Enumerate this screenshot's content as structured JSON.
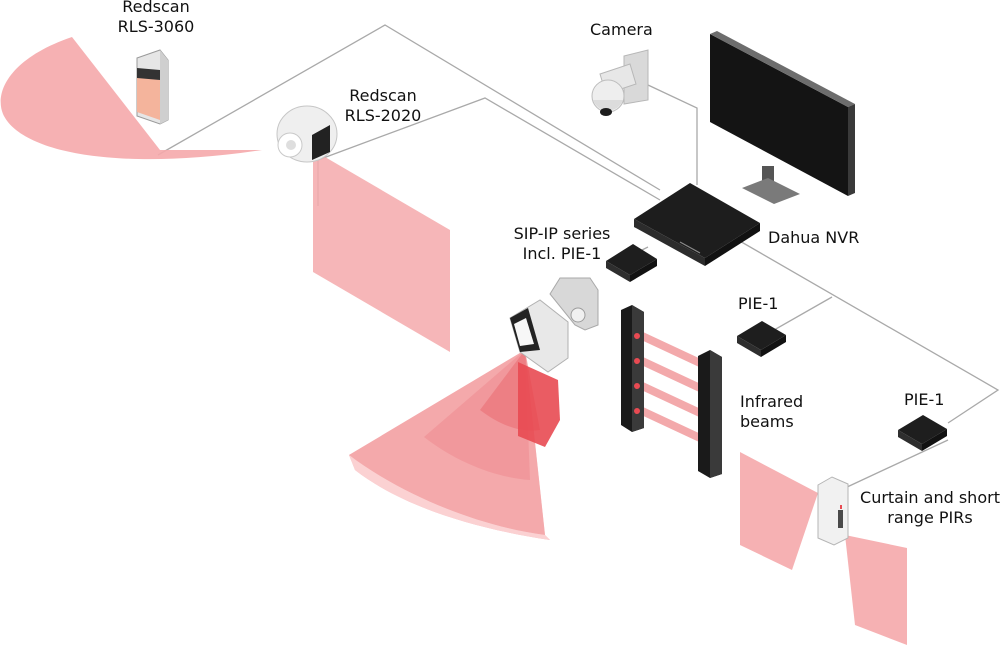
{
  "labels": {
    "rls3060": [
      "Redscan",
      "RLS-3060"
    ],
    "rls2020": [
      "Redscan",
      "RLS-2020"
    ],
    "camera": "Camera",
    "nvr": "Dahua NVR",
    "sip": [
      "SIP-IP series",
      "Incl. PIE-1"
    ],
    "pie1_mid": "PIE-1",
    "infrared": [
      "Infrared",
      "beams"
    ],
    "pie1_right": "PIE-1",
    "pirs": [
      "Curtain and short",
      "range PIRs"
    ]
  },
  "colors": {
    "detection_fill": "#f5a9ab",
    "detection_strong": "#ea4b53",
    "wire": "#a6a6a6",
    "device_dark": "#1c1c1c",
    "device_light": "#e9e9e9"
  }
}
